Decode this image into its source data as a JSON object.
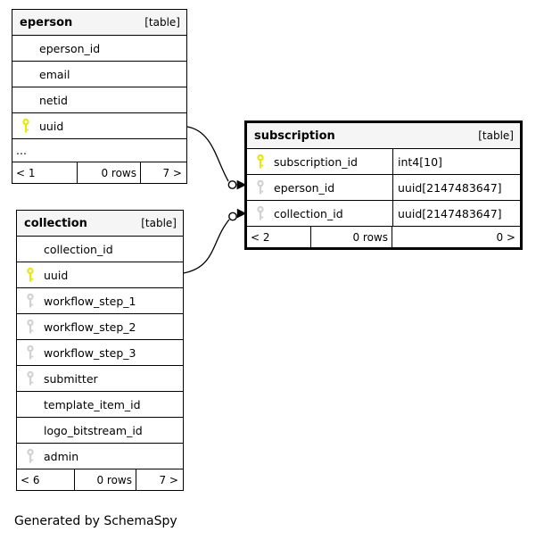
{
  "credit": "Generated by SchemaSpy",
  "colors": {
    "primary_key": "#e8e80e",
    "foreign_key": "#d2d2d2",
    "header_bg": "#f5f5f5",
    "border": "#000000"
  },
  "icons": {
    "primary_key": "key-icon",
    "foreign_key": "key-icon"
  },
  "relations": [
    {
      "from": "eperson.uuid",
      "to": "subscription.eperson_id"
    },
    {
      "from": "collection.uuid",
      "to": "subscription.collection_id"
    }
  ],
  "tables": [
    {
      "id": "eperson",
      "name": "eperson",
      "badge": "[table]",
      "columns": [
        {
          "name": "eperson_id",
          "key": "none"
        },
        {
          "name": "email",
          "key": "none"
        },
        {
          "name": "netid",
          "key": "none"
        },
        {
          "name": "uuid",
          "key": "primary"
        },
        {
          "name": "...",
          "key": "ellipsis"
        }
      ],
      "footer": {
        "left": "< 1",
        "center": "0 rows",
        "right": "7 >"
      }
    },
    {
      "id": "subscription",
      "name": "subscription",
      "badge": "[table]",
      "two_col": true,
      "columns": [
        {
          "name": "subscription_id",
          "key": "primary",
          "type": "int4[10]"
        },
        {
          "name": "eperson_id",
          "key": "foreign",
          "type": "uuid[2147483647]"
        },
        {
          "name": "collection_id",
          "key": "foreign",
          "type": "uuid[2147483647]"
        }
      ],
      "footer": {
        "left": "< 2",
        "center": "0 rows",
        "right": "0 >"
      }
    },
    {
      "id": "collection",
      "name": "collection",
      "badge": "[table]",
      "columns": [
        {
          "name": "collection_id",
          "key": "none"
        },
        {
          "name": "uuid",
          "key": "primary"
        },
        {
          "name": "workflow_step_1",
          "key": "foreign"
        },
        {
          "name": "workflow_step_2",
          "key": "foreign"
        },
        {
          "name": "workflow_step_3",
          "key": "foreign"
        },
        {
          "name": "submitter",
          "key": "foreign"
        },
        {
          "name": "template_item_id",
          "key": "none"
        },
        {
          "name": "logo_bitstream_id",
          "key": "none"
        },
        {
          "name": "admin",
          "key": "foreign"
        }
      ],
      "footer": {
        "left": "< 6",
        "center": "0 rows",
        "right": "7 >"
      }
    }
  ]
}
